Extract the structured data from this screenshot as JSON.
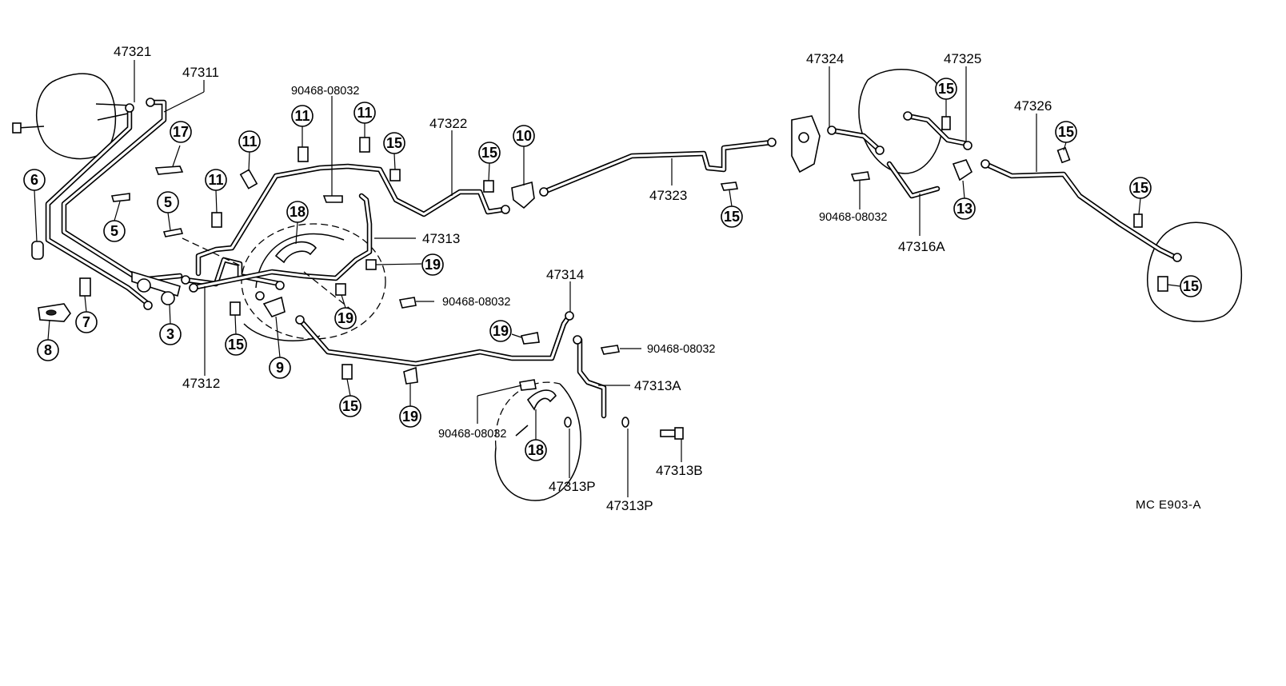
{
  "labels": {
    "p47321": "47321",
    "p47311": "47311",
    "p90468_a": "90468-08032",
    "p47322": "47322",
    "p47323": "47323",
    "p47324": "47324",
    "p47325": "47325",
    "p47326": "47326",
    "p90468_b": "90468-08032",
    "p47316A": "47316A",
    "p47313": "47313",
    "p90468_c": "90468-08032",
    "p47314": "47314",
    "p90468_d": "90468-08032",
    "p47313A": "47313A",
    "p47312": "47312",
    "p90468_e": "90468-08032",
    "p47313P_a": "47313P",
    "p47313P_b": "47313P",
    "p47313B": "47313B",
    "code": "MC  E903-A"
  },
  "callouts": {
    "c17": "17",
    "c6": "6",
    "c5a": "5",
    "c5b": "5",
    "c11a": "11",
    "c11b": "11",
    "c11c": "11",
    "c11d": "11",
    "c15a": "15",
    "c15b": "15",
    "c10": "10",
    "c18a": "18",
    "c19a": "19",
    "c7": "7",
    "c3": "3",
    "c8": "8",
    "c15c": "15",
    "c9": "9",
    "c19b": "19",
    "c19c": "19",
    "c15d": "15",
    "c19d": "19",
    "c18b": "18",
    "c15e": "15",
    "c13": "13",
    "c15f": "15",
    "c15g": "15",
    "c15h": "15",
    "c15i": "15"
  }
}
